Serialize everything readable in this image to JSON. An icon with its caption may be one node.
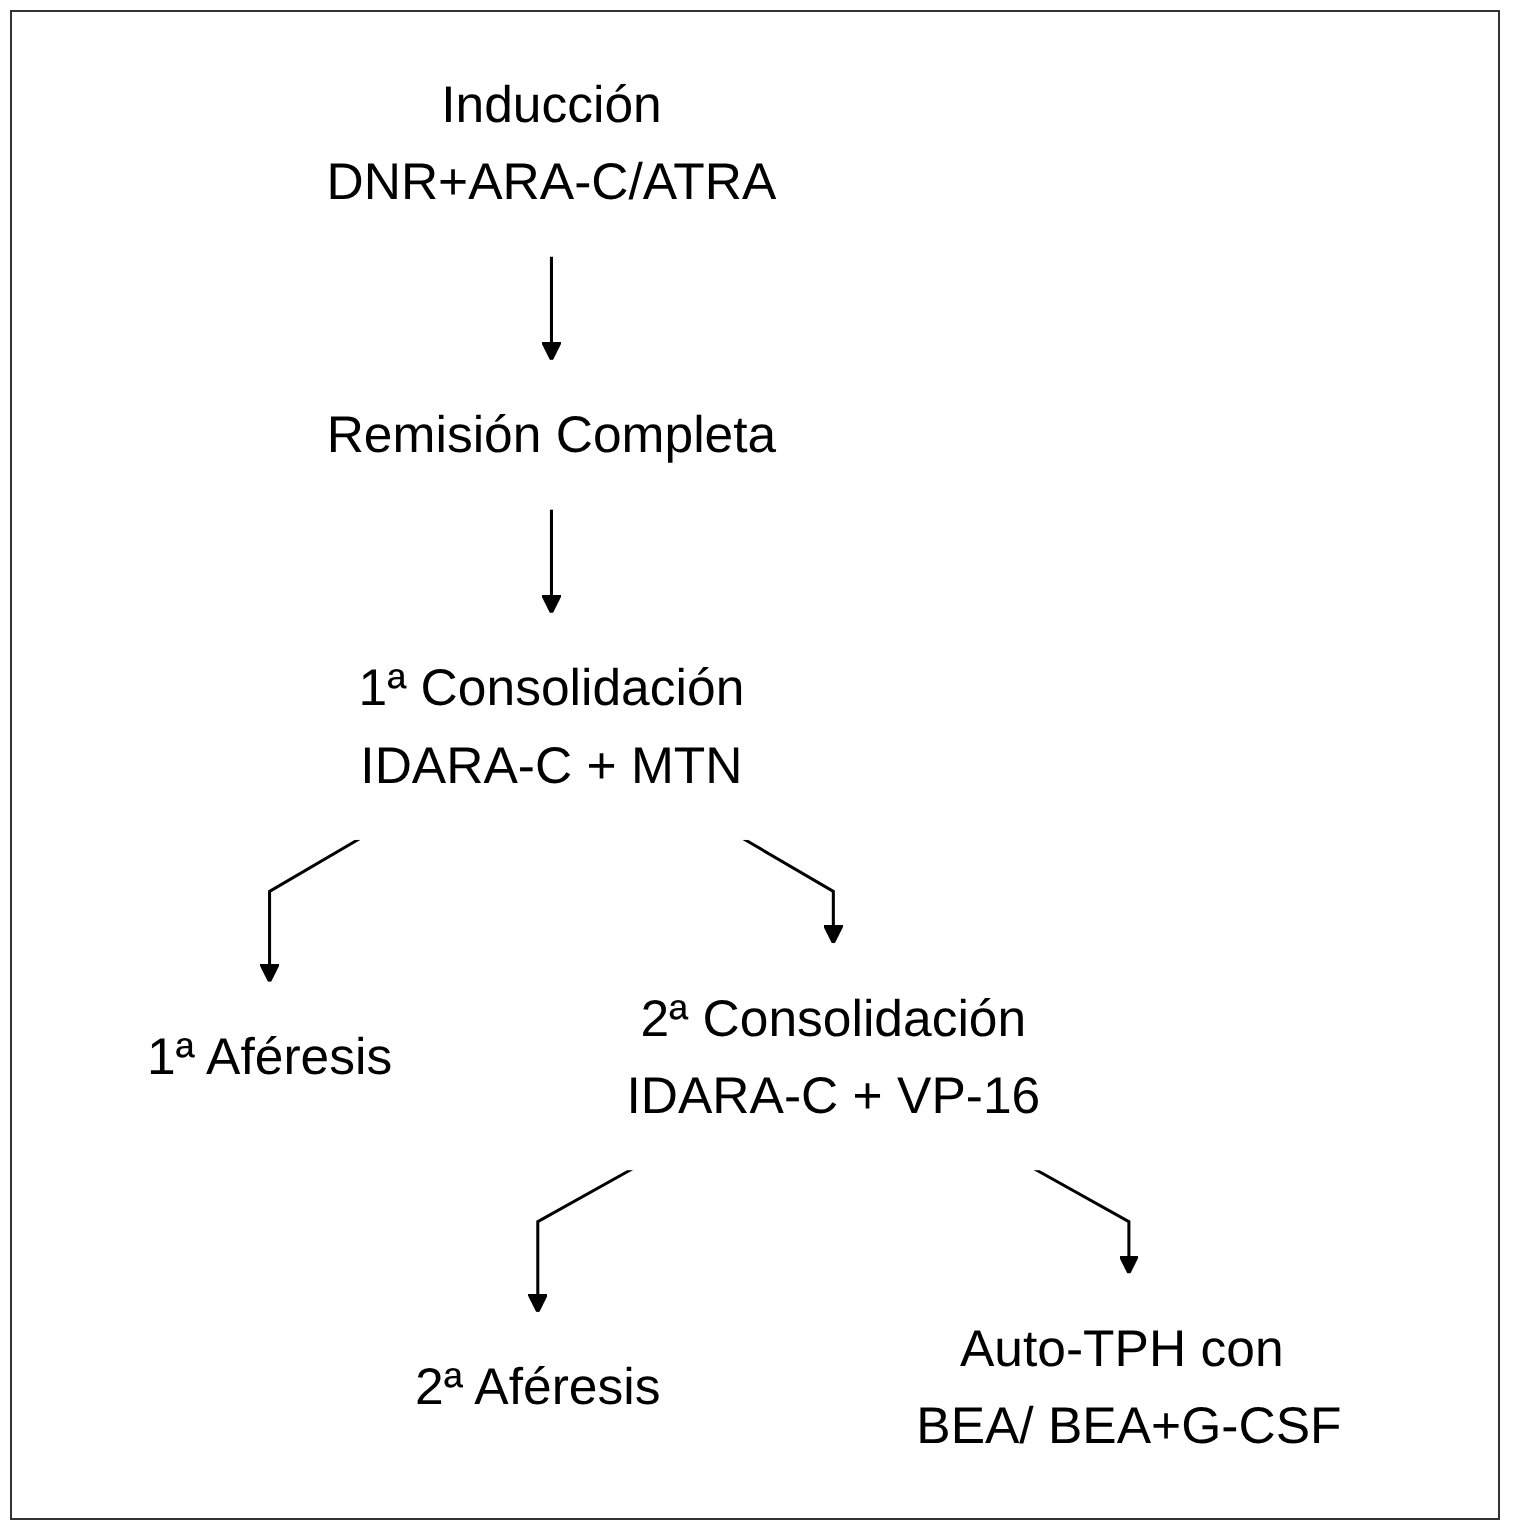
{
  "diagram": {
    "nodes": [
      {
        "text": [
          "Inducción",
          "DNR+ARA-C/ATRA"
        ]
      },
      {
        "text": [
          "Remisión Completa"
        ]
      },
      {
        "text": [
          "1ª Consolidación",
          "IDARA-C + MTN"
        ]
      },
      {
        "text": [
          "1ª Aféresis"
        ]
      },
      {
        "text": [
          "2ª Consolidación",
          "IDARA-C + VP-16"
        ]
      },
      {
        "text": [
          "2ª Aféresis"
        ]
      },
      {
        "text": [
          "Auto-TPH con BEA/ BEA+G-CSF"
        ]
      }
    ],
    "edges": [
      {
        "from": 0,
        "to": 1,
        "arrow": "to"
      },
      {
        "from": 1,
        "to": 2,
        "arrow": "to"
      },
      {
        "from": 2,
        "to": 3,
        "arrow": "to"
      },
      {
        "from": 2,
        "to": 4,
        "arrow": "to"
      },
      {
        "from": 4,
        "to": 5,
        "arrow": "to"
      },
      {
        "from": 4,
        "to": 6,
        "arrow": "to"
      }
    ]
  }
}
